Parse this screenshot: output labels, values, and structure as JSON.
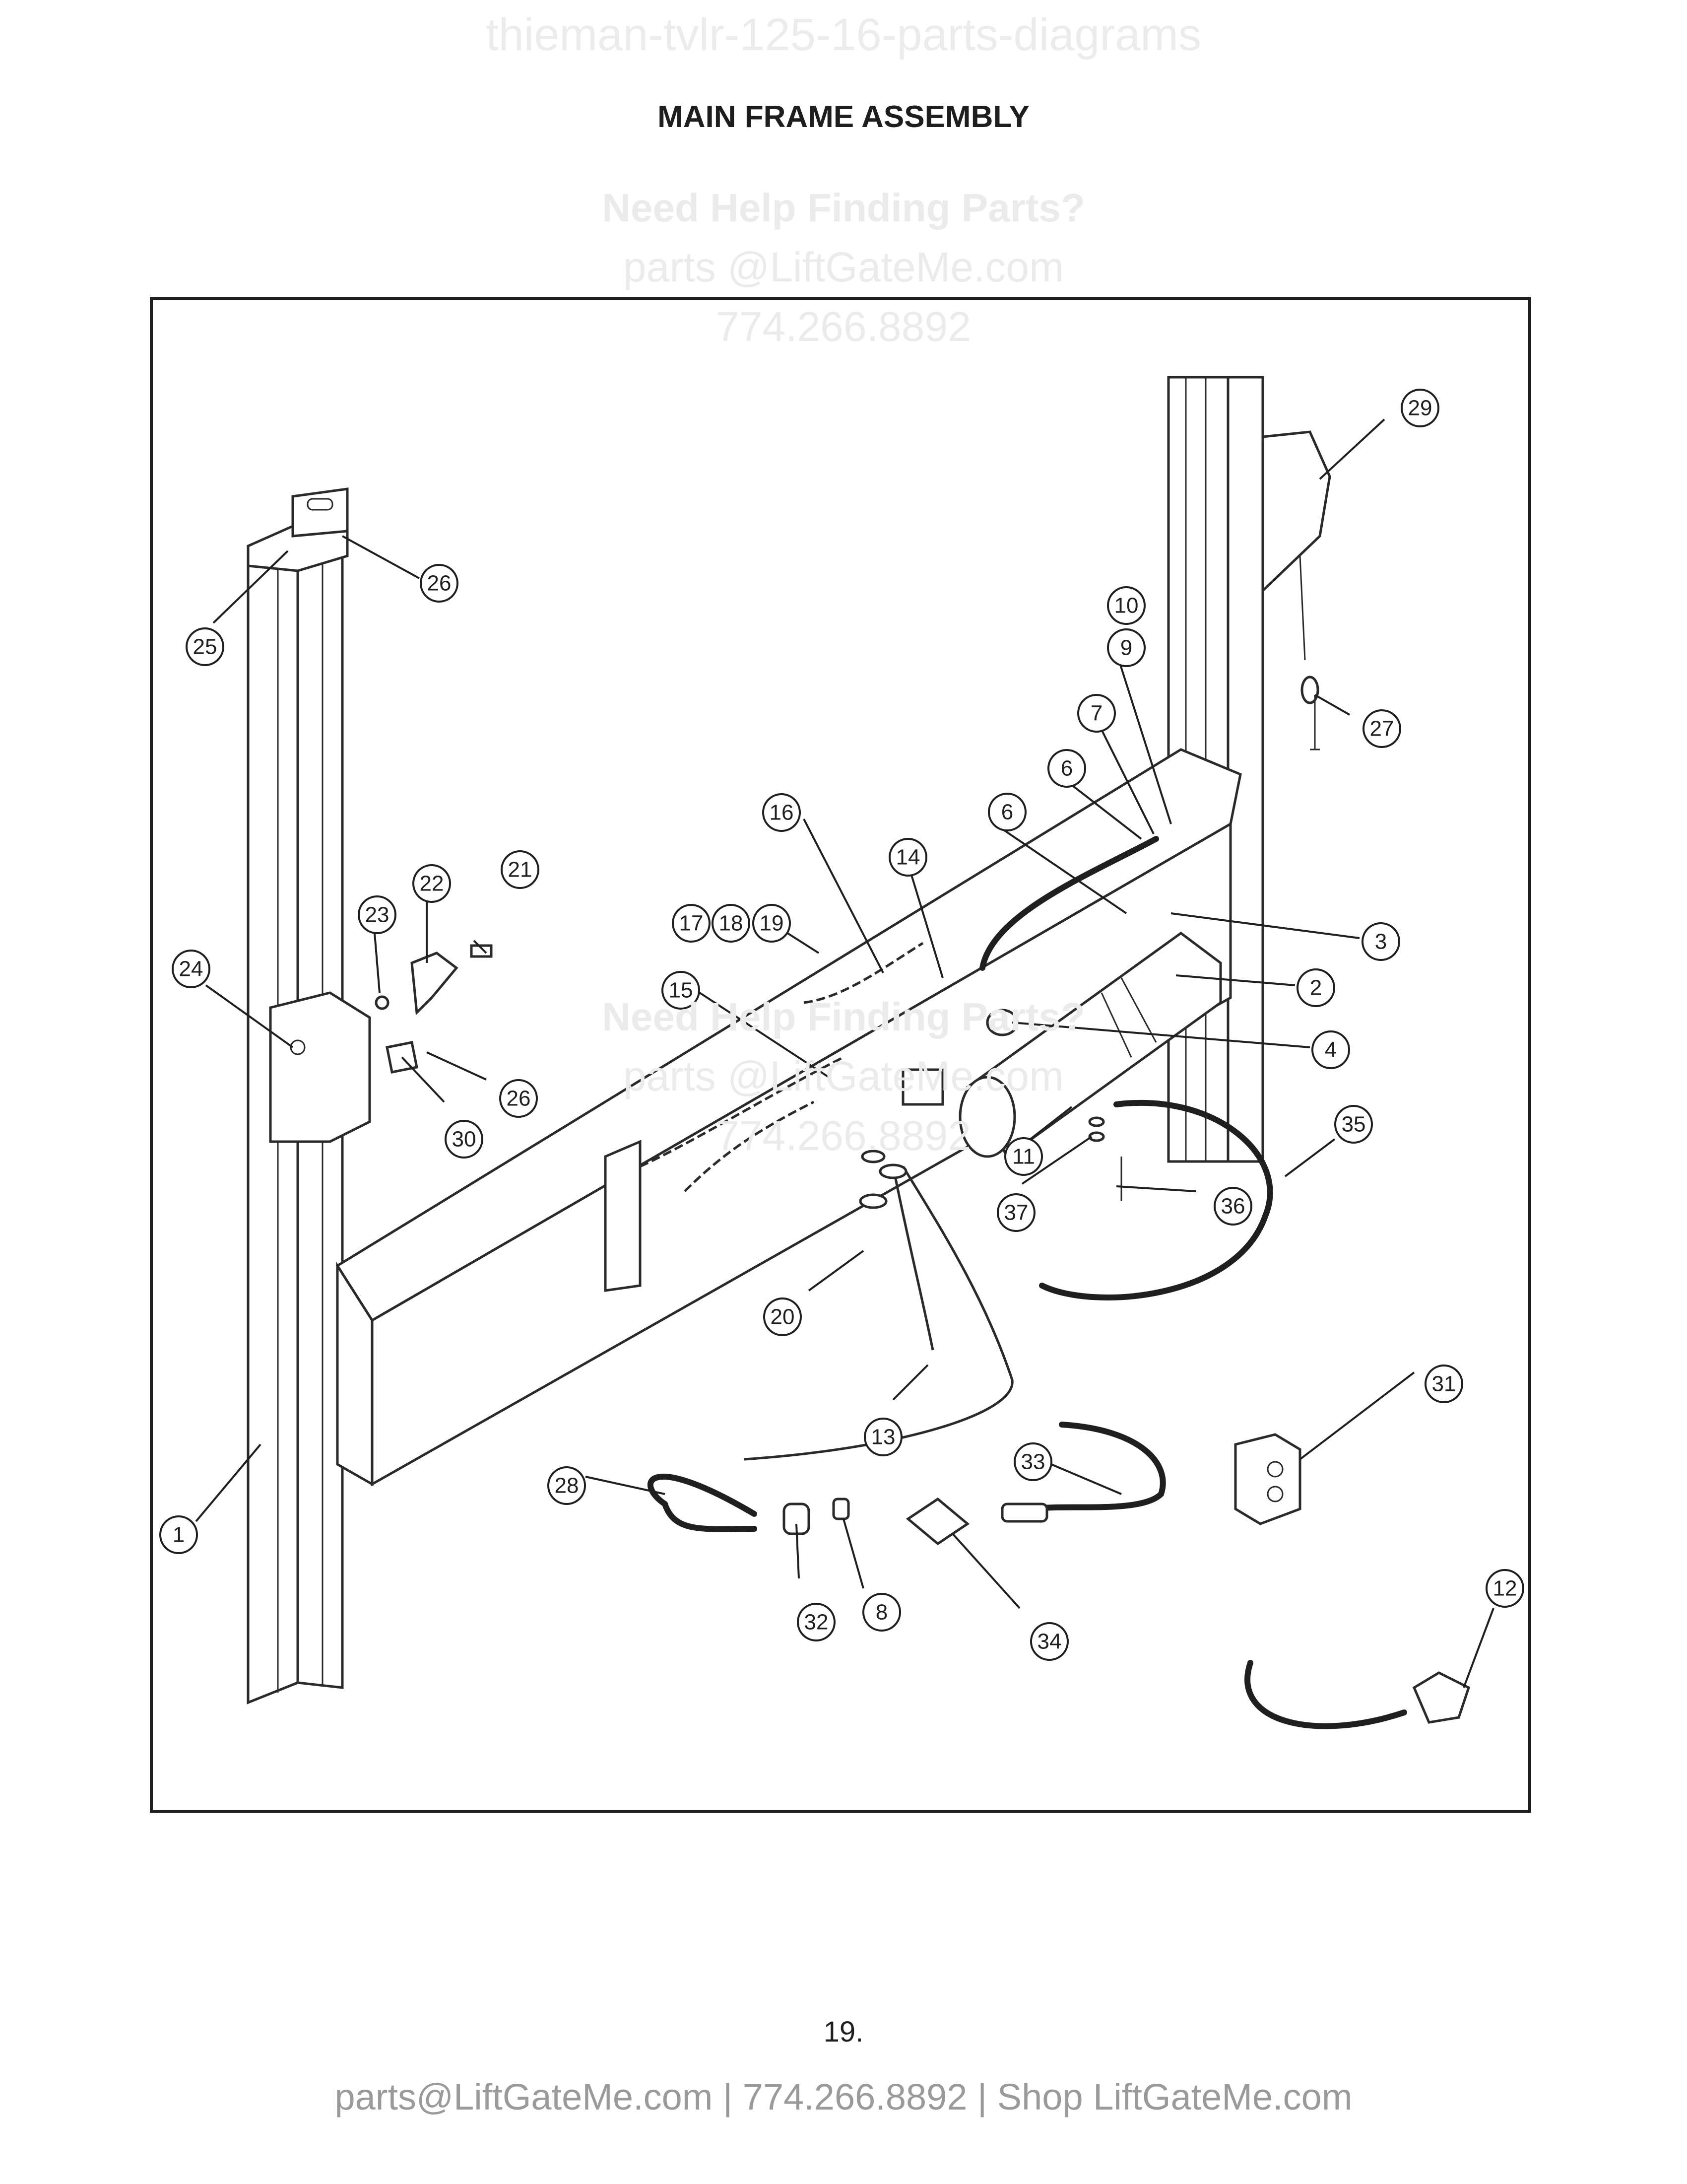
{
  "watermark_top": "thieman-tvlr-125-16-parts-diagrams",
  "title": "MAIN FRAME ASSEMBLY",
  "help_watermark": {
    "heading": "Need Help Finding Parts?",
    "email": "parts @LiftGateMe.com",
    "phone": "774.266.8892"
  },
  "help_watermark_2": {
    "heading": "Need Help Finding Parts?",
    "email": "parts @LiftGateMe.com",
    "phone": "774.266.8892"
  },
  "callouts": {
    "c1": "1",
    "c2": "2",
    "c3": "3",
    "c4": "4",
    "c6a": "6",
    "c6b": "6",
    "c7": "7",
    "c8": "8",
    "c9": "9",
    "c10": "10",
    "c11": "11",
    "c12": "12",
    "c13": "13",
    "c14": "14",
    "c15": "15",
    "c16": "16",
    "c17": "17",
    "c18": "18",
    "c19": "19",
    "c20": "20",
    "c21": "21",
    "c22": "22",
    "c23": "23",
    "c24": "24",
    "c25": "25",
    "c26a": "26",
    "c26b": "26",
    "c27": "27",
    "c28": "28",
    "c29": "29",
    "c30": "30",
    "c31": "31",
    "c32": "32",
    "c33": "33",
    "c34": "34",
    "c35": "35",
    "c36": "36",
    "c37": "37"
  },
  "page_number": "19.",
  "footer": "parts@LiftGateMe.com | 774.266.8892 | Shop LiftGateMe.com"
}
